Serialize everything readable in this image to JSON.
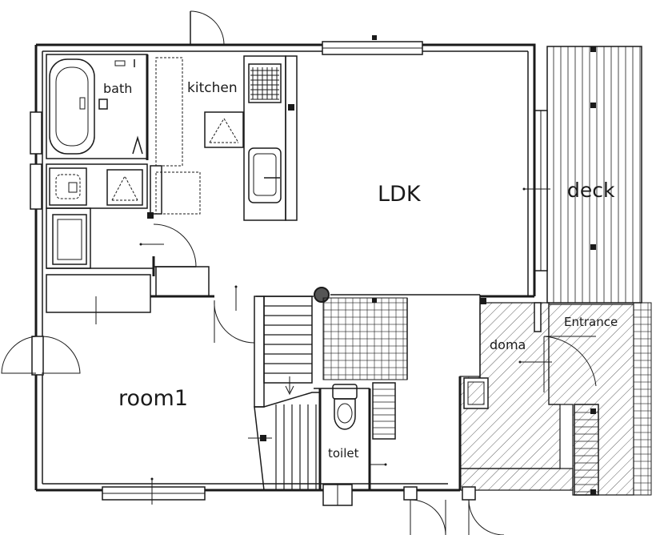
{
  "rooms": {
    "bath": "bath",
    "kitchen": "kitchen",
    "ldk": "LDK",
    "deck": "deck",
    "entrance": "Entrance",
    "doma": "doma",
    "room1": "room1",
    "toilet": "toilet"
  },
  "icons": {
    "bathtub": "bathtub-icon",
    "stove": "stove-icon",
    "sink": "sink-icon",
    "toilet": "toilet-icon",
    "washbasin": "washbasin-icon",
    "door": "door-swing-icon",
    "window": "window-icon"
  },
  "colors": {
    "line": "#1a1a1a",
    "background": "#ffffff"
  }
}
